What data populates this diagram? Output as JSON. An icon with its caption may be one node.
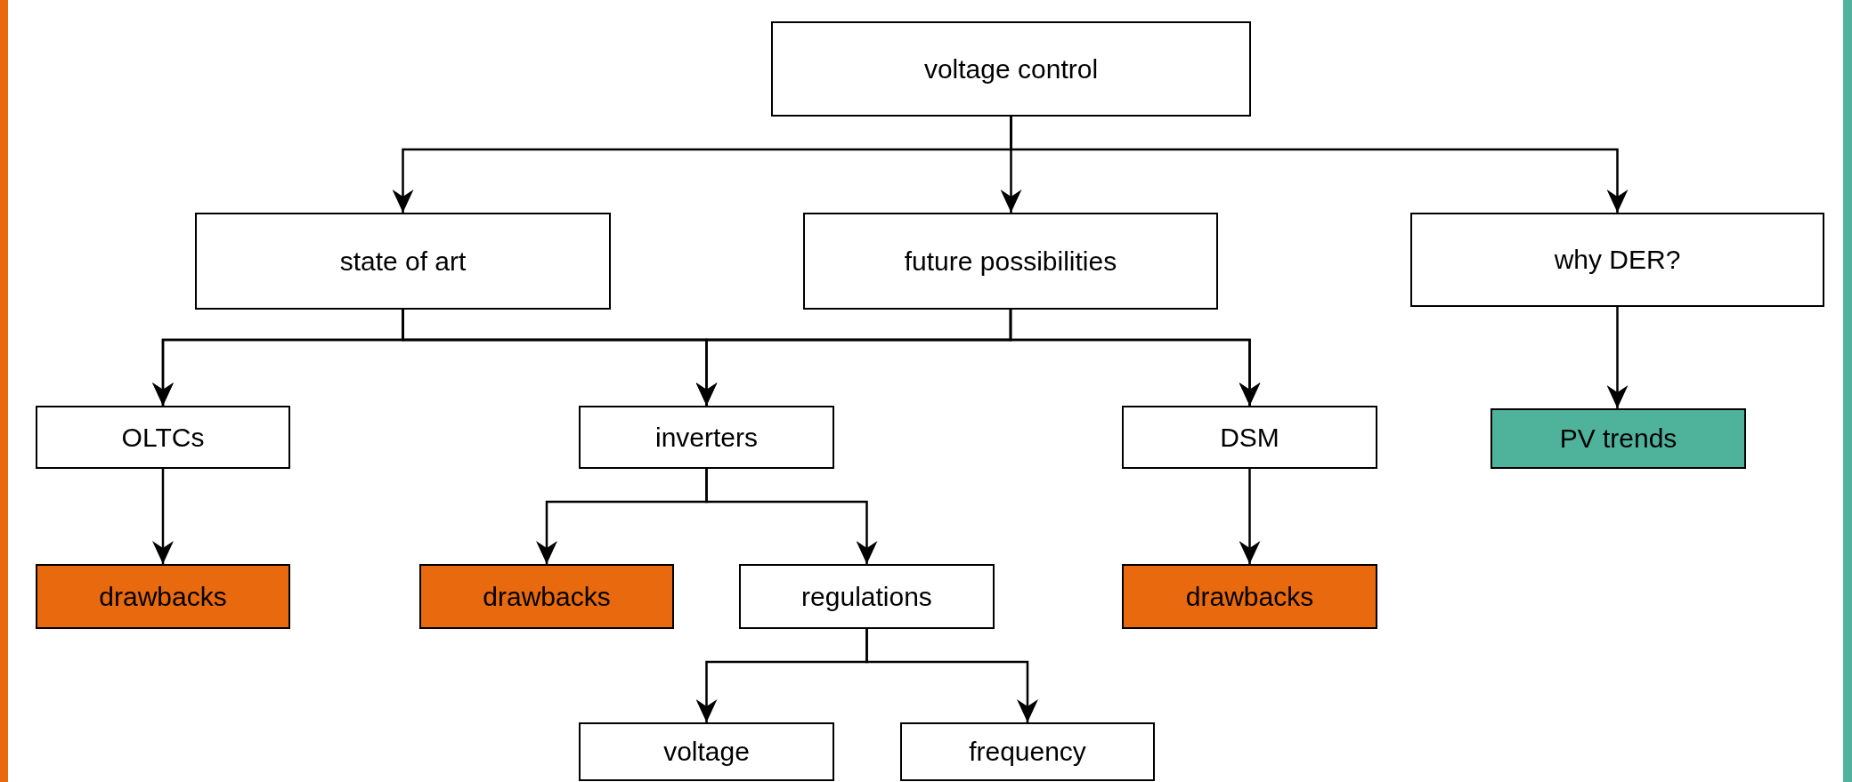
{
  "diagram": {
    "nodes": [
      {
        "text": [
          "voltage control"
        ]
      },
      {
        "text": [
          "state of art"
        ]
      },
      {
        "text": [
          "future possibilities"
        ]
      },
      {
        "text": [
          "why DER?"
        ]
      },
      {
        "text": [
          "OLTCs"
        ]
      },
      {
        "text": [
          "inverters"
        ]
      },
      {
        "text": [
          "DSM"
        ]
      },
      {
        "text": [
          "PV trends"
        ]
      },
      {
        "text": [
          "drawbacks"
        ]
      },
      {
        "text": [
          "drawbacks"
        ]
      },
      {
        "text": [
          "regulations"
        ]
      },
      {
        "text": [
          "drawbacks"
        ]
      },
      {
        "text": [
          "voltage"
        ]
      },
      {
        "text": [
          "frequency"
        ]
      }
    ],
    "edges": [
      {
        "from": 0,
        "to": 1,
        "arrow": "to"
      },
      {
        "from": 0,
        "to": 2,
        "arrow": "to"
      },
      {
        "from": 0,
        "to": 3,
        "arrow": "to"
      },
      {
        "from": 1,
        "to": 4,
        "arrow": "to"
      },
      {
        "from": 1,
        "to": 5,
        "arrow": "to"
      },
      {
        "from": 1,
        "to": 6,
        "arrow": "to"
      },
      {
        "from": 2,
        "to": 4,
        "arrow": "to"
      },
      {
        "from": 2,
        "to": 5,
        "arrow": "to"
      },
      {
        "from": 2,
        "to": 6,
        "arrow": "to"
      },
      {
        "from": 3,
        "to": 7,
        "arrow": "to"
      },
      {
        "from": 4,
        "to": 8,
        "arrow": "to"
      },
      {
        "from": 5,
        "to": 9,
        "arrow": "to"
      },
      {
        "from": 5,
        "to": 10,
        "arrow": "to"
      },
      {
        "from": 6,
        "to": 11,
        "arrow": "to"
      },
      {
        "from": 10,
        "to": 12,
        "arrow": "to"
      },
      {
        "from": 10,
        "to": 13,
        "arrow": "to"
      }
    ]
  }
}
